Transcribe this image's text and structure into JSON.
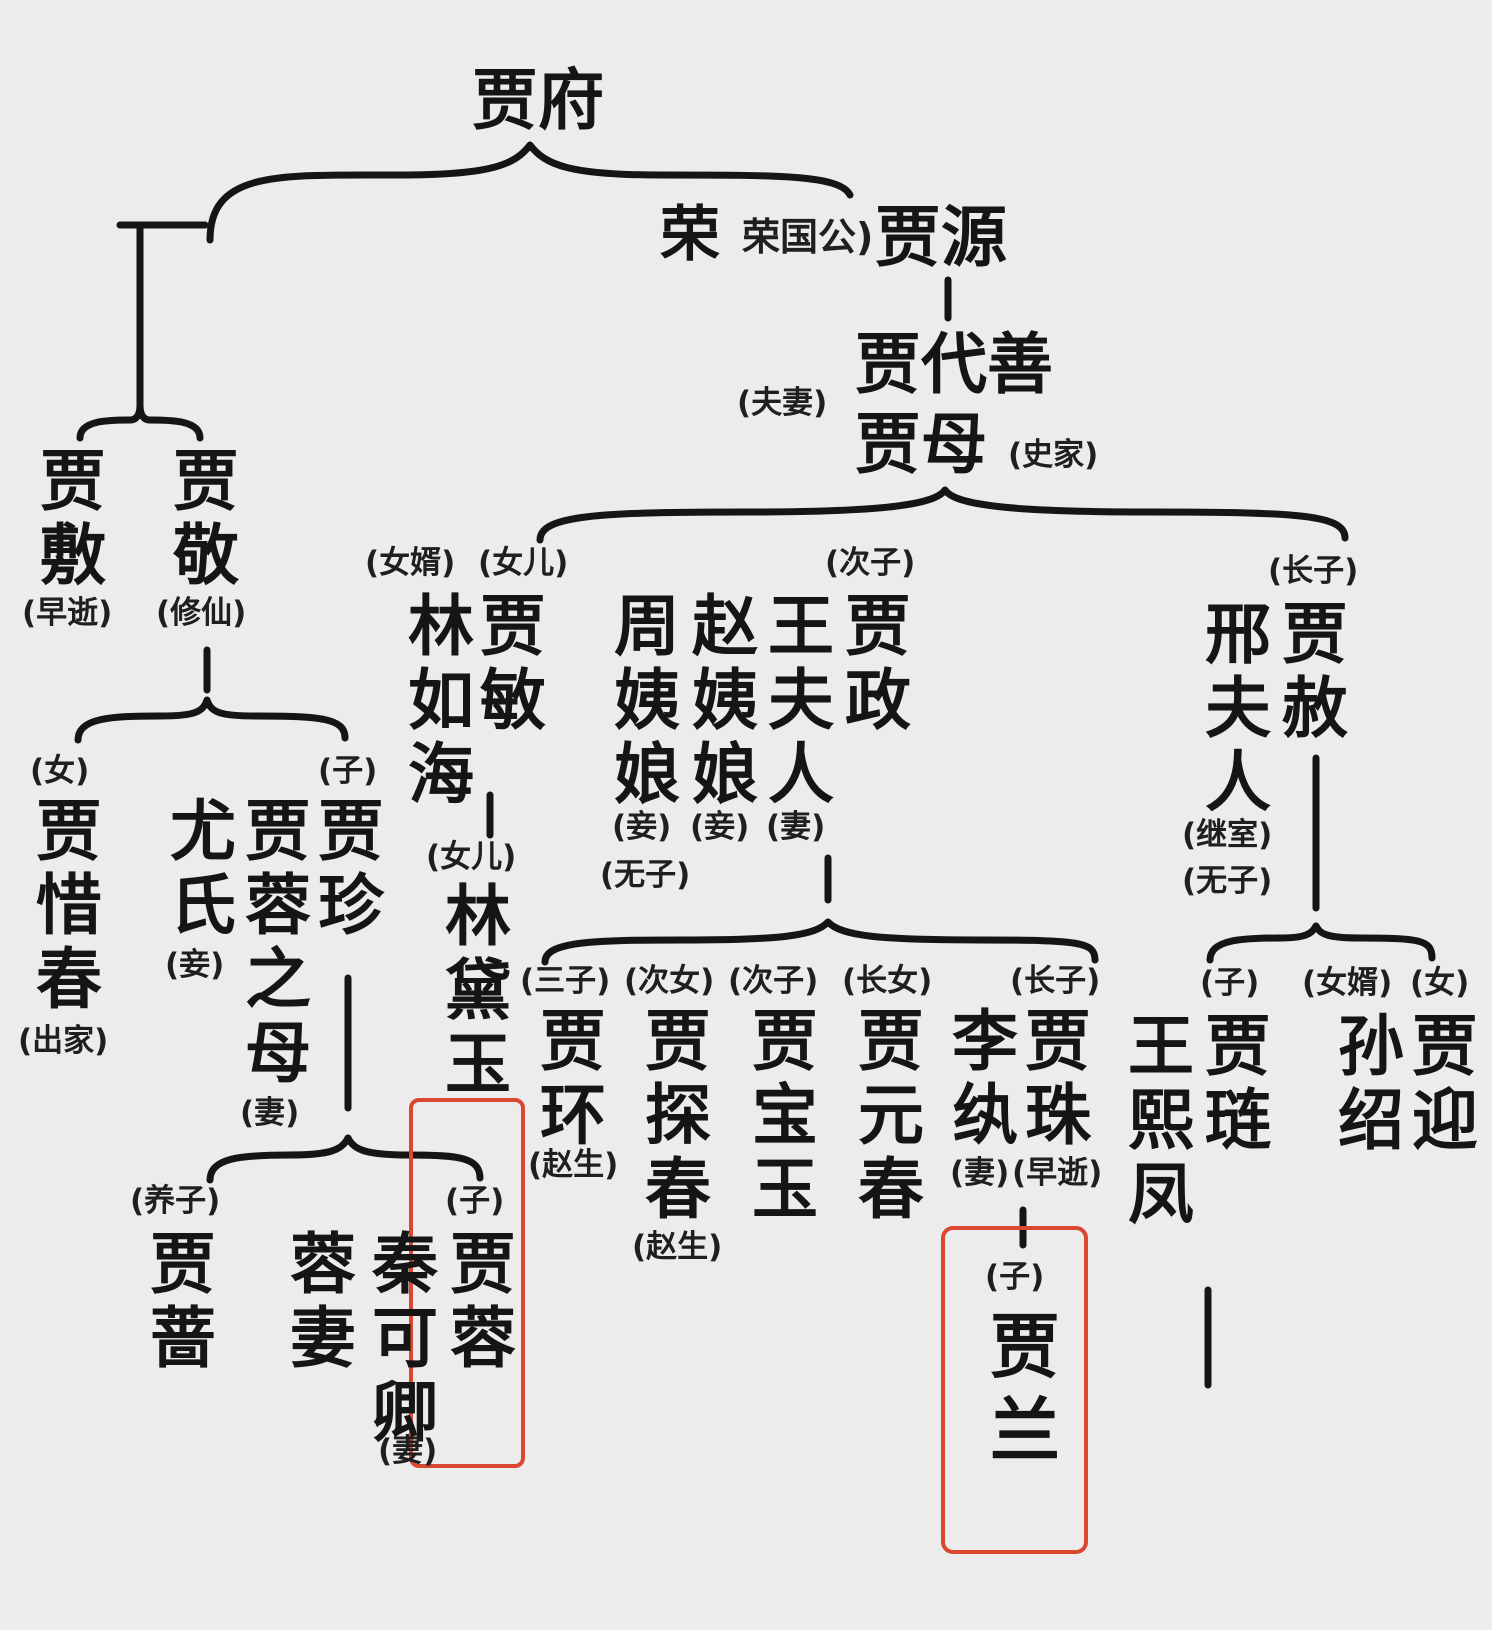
{
  "title": "贾府",
  "nodes": {
    "rong": {
      "name": "贾源",
      "note": "荣国公)"
    },
    "daishan": {
      "name": "贾代善"
    },
    "jiamu": {
      "name": "贾母",
      "note": "(史家)"
    },
    "couple_note": "(夫妻)",
    "fu": {
      "name": "贾敷",
      "note": "(早逝)"
    },
    "jing": {
      "name": "贾敬",
      "note": "(修仙)"
    },
    "xichun": {
      "name": "贾惜春",
      "role": "(女)",
      "note": "(出家)"
    },
    "zhen": {
      "name": "贾珍",
      "role": "(子)"
    },
    "rong_mother": {
      "name": "贾蓉之母",
      "note": "(妻)"
    },
    "youshi": {
      "name": "尤氏",
      "note": "(妾)"
    },
    "qiang": {
      "name": "贾蔷",
      "role": "(养子)"
    },
    "rong_wife_label": {
      "name": "蓉妻"
    },
    "qinkeqing": {
      "name": "秦可卿",
      "note": "(妻)"
    },
    "jiarong": {
      "name": "贾蓉",
      "role": "(子)"
    },
    "ru_hai": {
      "name": "林如海",
      "role": "(女婿)"
    },
    "jia_min": {
      "name": "贾敏",
      "role": "(女儿)"
    },
    "daiyu": {
      "name": "林黛玉",
      "role": "(女儿)"
    },
    "zhou": {
      "name": "周姨娘",
      "note": "(妾)",
      "note2": "(无子)"
    },
    "zhao": {
      "name": "赵姨娘",
      "note": "(妾)"
    },
    "wang_furen": {
      "name": "王夫人",
      "note": "(妻)"
    },
    "zheng": {
      "name": "贾政",
      "role": "(次子)"
    },
    "xing_furen": {
      "name": "邢夫人",
      "note": "(继室)",
      "note2": "(无子)"
    },
    "she": {
      "name": "贾赦",
      "role": "(长子)"
    },
    "huan": {
      "name": "贾环",
      "role": "(三子)",
      "note": "(赵生)"
    },
    "tanchun": {
      "name": "贾探春",
      "role": "(次女)",
      "note": "(赵生)"
    },
    "baoyu": {
      "name": "贾宝玉",
      "role": "(次子)"
    },
    "yuanchun": {
      "name": "贾元春",
      "role": "(长女)"
    },
    "li_wan": {
      "name": "李纨",
      "note": "(妻)"
    },
    "zhu": {
      "name": "贾珠",
      "role": "(长子)",
      "note": "(早逝)"
    },
    "lan": {
      "name": "贾兰",
      "role": "(子)"
    },
    "xifeng": {
      "name": "王熙凤"
    },
    "lian": {
      "name": "贾琏",
      "role": "(子)"
    },
    "sun_shaozu": {
      "name": "孙绍",
      "role": "(女婿)"
    },
    "yingchun": {
      "name": "贾迎",
      "role": "(女)"
    }
  }
}
